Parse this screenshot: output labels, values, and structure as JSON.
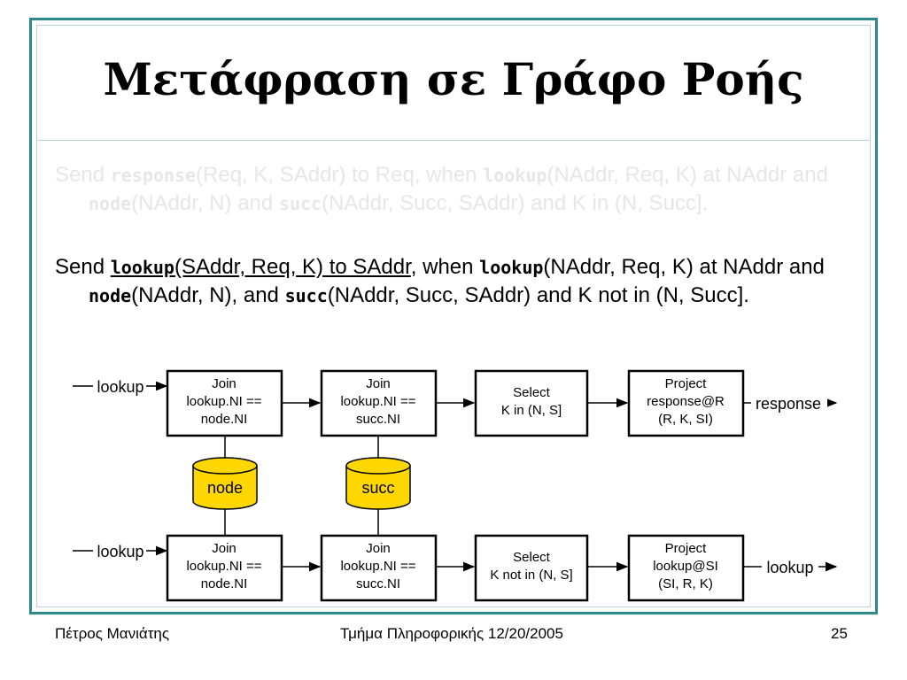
{
  "title": "Μετάφραση σε Γράφο Ροής",
  "rule1": {
    "t1": "Send ",
    "k1": "response",
    "t2": "(Req, K, SAddr) to Req, when ",
    "k2": "lookup",
    "t3": "(NAddr, Req, K) at NAddr and ",
    "k3": "node",
    "t4": "(NAddr, N) and ",
    "k4": "succ",
    "t5": "(NAddr, Succ, SAddr) and K in (N, Succ]."
  },
  "rule2": {
    "t1": "Send ",
    "k1": "lookup",
    "t2": "(SAddr, Req, K) to SAddr",
    "t3": ", when ",
    "k2": "lookup",
    "t4": "(NAddr, Req, K) at NAddr and ",
    "k3": "node",
    "t5": "(NAddr, N), and ",
    "k4": "succ",
    "t6": "(NAddr, Succ, SAddr) and K not in (N, Succ]."
  },
  "diagram": {
    "top_row": {
      "input": "lookup",
      "join1": [
        "Join",
        "lookup.NI ==",
        "node.NI"
      ],
      "join2": [
        "Join",
        "lookup.NI ==",
        "succ.NI"
      ],
      "select": [
        "Select",
        "K in (N, S]"
      ],
      "project": [
        "Project",
        "response@R",
        "(R, K, SI)"
      ],
      "output": "response"
    },
    "tables": {
      "node": "node",
      "succ": "succ"
    },
    "bottom_row": {
      "input": "lookup",
      "join1": [
        "Join",
        "lookup.NI ==",
        "node.NI"
      ],
      "join2": [
        "Join",
        "lookup.NI ==",
        "succ.NI"
      ],
      "select": [
        "Select",
        "K not in (N, S]"
      ],
      "project": [
        "Project",
        "lookup@SI",
        "(SI, R, K)"
      ],
      "output": "lookup"
    },
    "colors": {
      "table_fill": "#ffd700",
      "border": "#2e8b8b"
    }
  },
  "footer": {
    "author": "Πέτρος Μανιάτης",
    "center": "Τμήμα Πληροφορικής 12/20/2005",
    "page": "25"
  }
}
